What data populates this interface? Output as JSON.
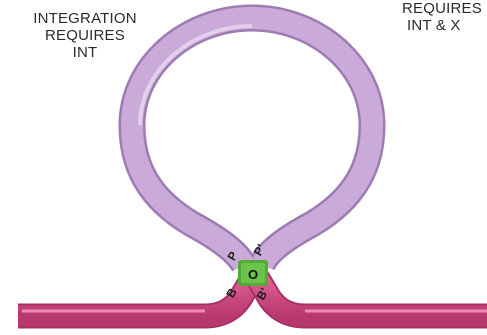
{
  "captions": {
    "integration": [
      "INTEGRATION",
      "REQUIRES",
      "INT"
    ],
    "excision": [
      "REQUIRES",
      "INT & X"
    ]
  },
  "sites": {
    "phage_left": "P",
    "phage_right": "P'",
    "core": "O",
    "bacterial_left": "B",
    "bacterial_right": "B'"
  },
  "colors": {
    "phage_dna": "#c8a8d8",
    "bacterial_dna": "#d45a8c",
    "core": "#6cc24a"
  }
}
